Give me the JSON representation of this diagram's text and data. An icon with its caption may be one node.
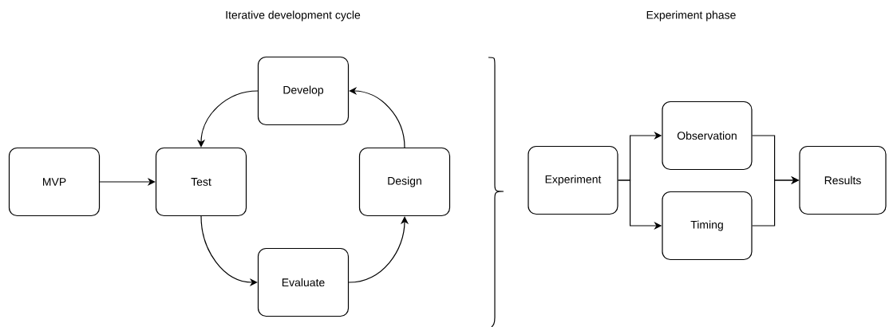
{
  "diagram": {
    "nodes": [
      {
        "text": [
          "MVP"
        ]
      },
      {
        "text": [
          "Test"
        ]
      },
      {
        "text": [
          "Develop"
        ]
      },
      {
        "text": [
          "Design"
        ]
      },
      {
        "text": [
          "Evaluate"
        ]
      },
      {
        "text": [
          "Experiment"
        ]
      },
      {
        "text": [
          "Observation"
        ]
      },
      {
        "text": [
          "Timing"
        ]
      },
      {
        "text": [
          "Results"
        ]
      }
    ],
    "edges": [
      {
        "from": 0,
        "to": 1,
        "arrow": "to"
      },
      {
        "from": 2,
        "to": 1,
        "arrow": "to"
      },
      {
        "from": 1,
        "to": 4,
        "arrow": "to"
      },
      {
        "from": 4,
        "to": 3,
        "arrow": "to"
      },
      {
        "from": 3,
        "to": 2,
        "arrow": "to"
      },
      {
        "from": 5,
        "to": 6,
        "arrow": "to"
      },
      {
        "from": 5,
        "to": 7,
        "arrow": "to"
      },
      {
        "from": 6,
        "to": 8,
        "arrow": "to"
      },
      {
        "from": 7,
        "to": 8,
        "arrow": "to"
      }
    ],
    "labels": [
      "Iterative development cycle",
      "Experiment phase"
    ]
  }
}
